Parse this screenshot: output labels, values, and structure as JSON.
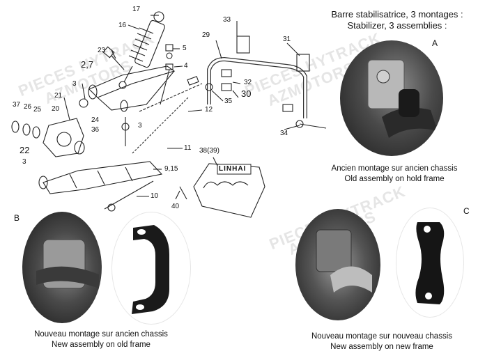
{
  "header": {
    "line1": "Barre stabilisatrice, 3 montages :",
    "line2": "Stabilizer, 3 assemblies :"
  },
  "photos": {
    "a": {
      "letter": "A",
      "caption_fr": "Ancien montage sur ancien chassis",
      "caption_en": "Old assembly on hold frame"
    },
    "b": {
      "letter": "B",
      "caption_fr": "Nouveau montage sur ancien chassis",
      "caption_en": "New assembly on old frame"
    },
    "c": {
      "letter": "C",
      "caption_fr": "Nouveau montage sur nouveau chassis",
      "caption_en": "New assembly on new frame"
    }
  },
  "watermarks": [
    "PIECES HYTRACK",
    "AZMOTORS",
    "PIECES HYTRACK",
    "AZMOTORS",
    "PIECES HYTRACK",
    "AZMOTORS"
  ],
  "cover_logo": "LINHAI",
  "callouts": [
    "17",
    "16",
    "23",
    "2,7",
    "5",
    "4",
    "3",
    "21",
    "20",
    "37",
    "26",
    "25",
    "24",
    "36",
    "22",
    "3",
    "12",
    "3",
    "11",
    "9,15",
    "10",
    "33",
    "29",
    "31",
    "32",
    "30",
    "35",
    "34",
    "38(39)",
    "40"
  ],
  "colors": {
    "line": "#222222",
    "photo_dark": "#2a2a2a",
    "metal": "#9a9a9a"
  }
}
